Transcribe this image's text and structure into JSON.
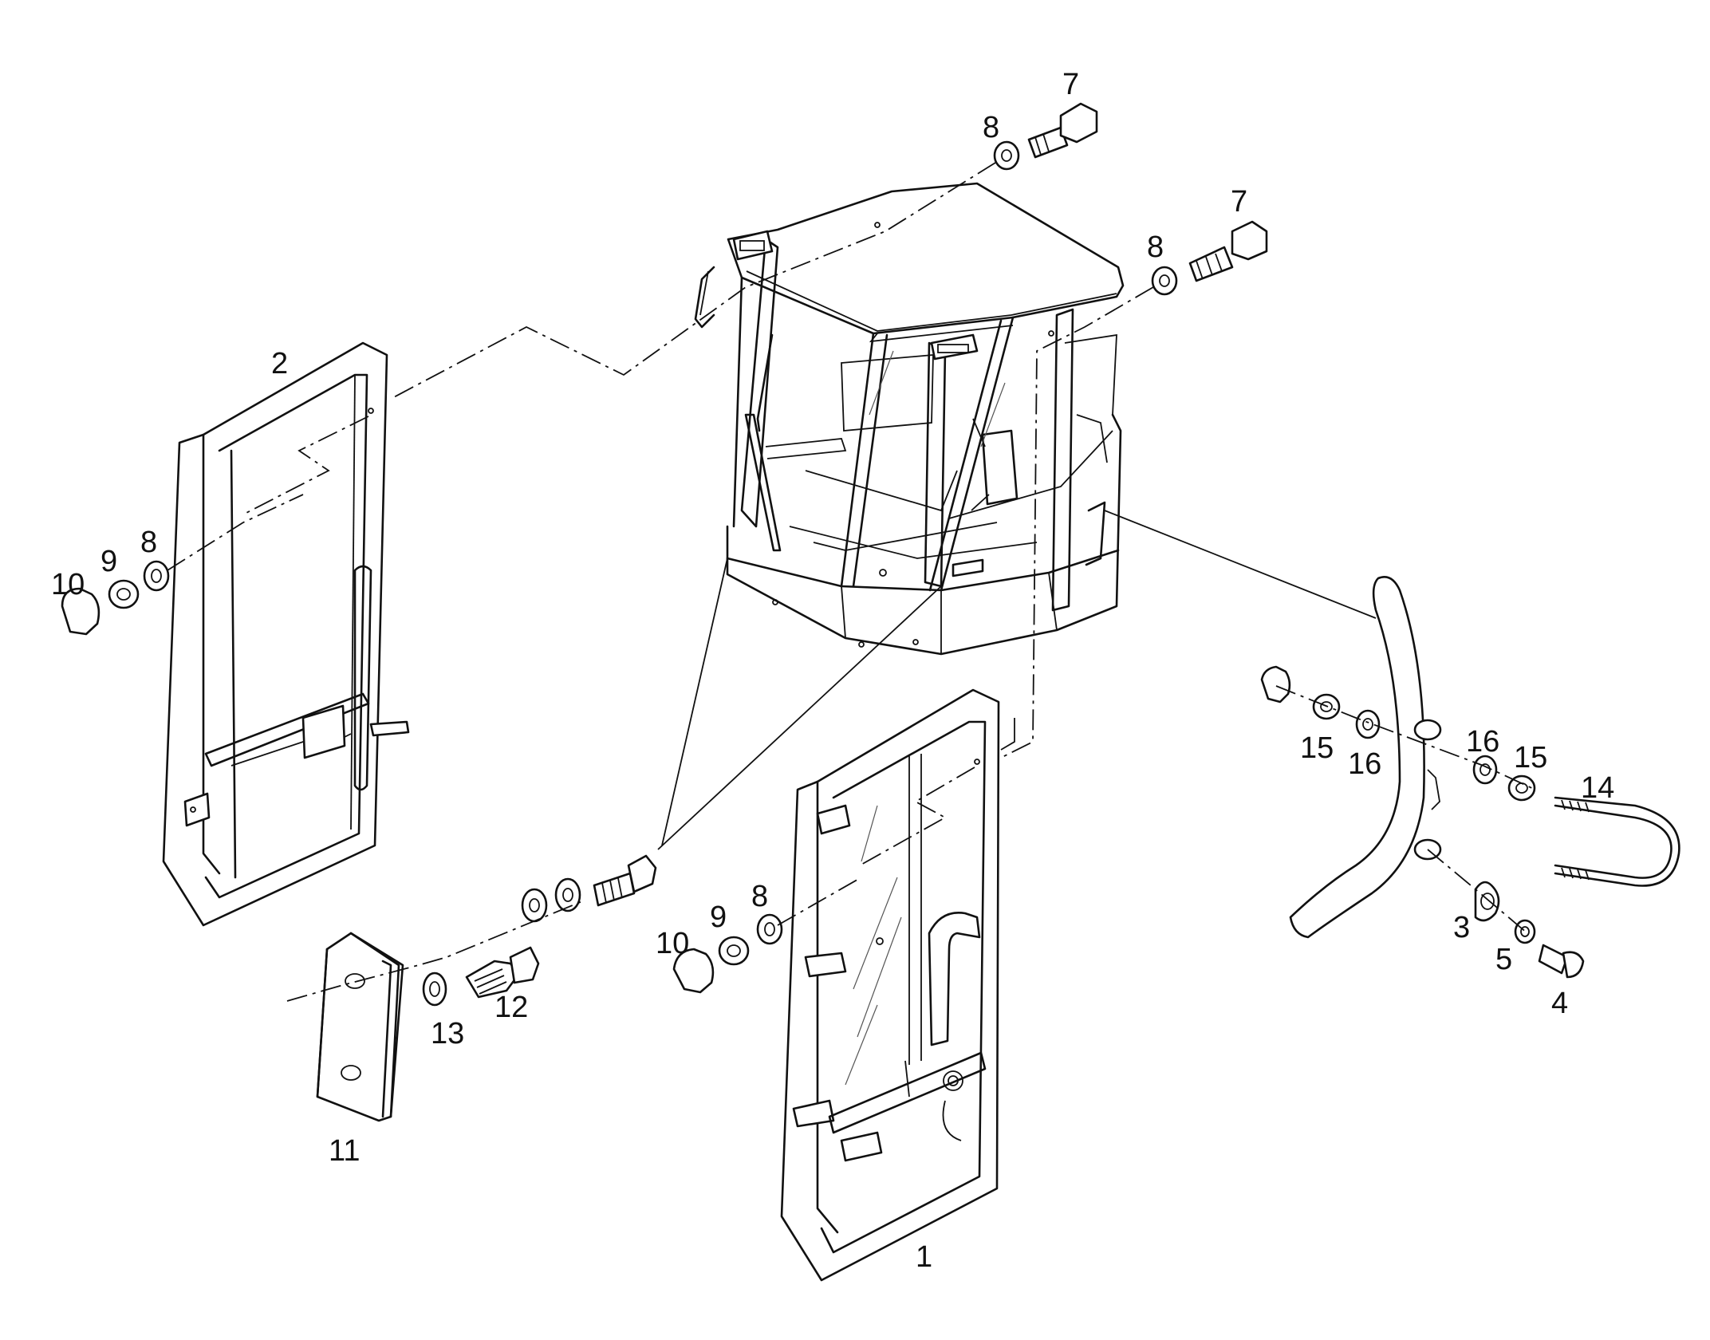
{
  "callouts": [
    {
      "id": "c1",
      "text": "1"
    },
    {
      "id": "c2",
      "text": "2"
    },
    {
      "id": "c3",
      "text": "3"
    },
    {
      "id": "c4",
      "text": "4"
    },
    {
      "id": "c5",
      "text": "5"
    },
    {
      "id": "c7a",
      "text": "7"
    },
    {
      "id": "c7b",
      "text": "7"
    },
    {
      "id": "c8a",
      "text": "8"
    },
    {
      "id": "c8b",
      "text": "8"
    },
    {
      "id": "c8c",
      "text": "8"
    },
    {
      "id": "c8d",
      "text": "8"
    },
    {
      "id": "c9a",
      "text": "9"
    },
    {
      "id": "c9b",
      "text": "9"
    },
    {
      "id": "c10a",
      "text": "10"
    },
    {
      "id": "c10b",
      "text": "10"
    },
    {
      "id": "c11",
      "text": "11"
    },
    {
      "id": "c12",
      "text": "12"
    },
    {
      "id": "c13",
      "text": "13"
    },
    {
      "id": "c14",
      "text": "14"
    },
    {
      "id": "c15a",
      "text": "15"
    },
    {
      "id": "c15b",
      "text": "15"
    },
    {
      "id": "c16a",
      "text": "16"
    },
    {
      "id": "c16b",
      "text": "16"
    }
  ]
}
